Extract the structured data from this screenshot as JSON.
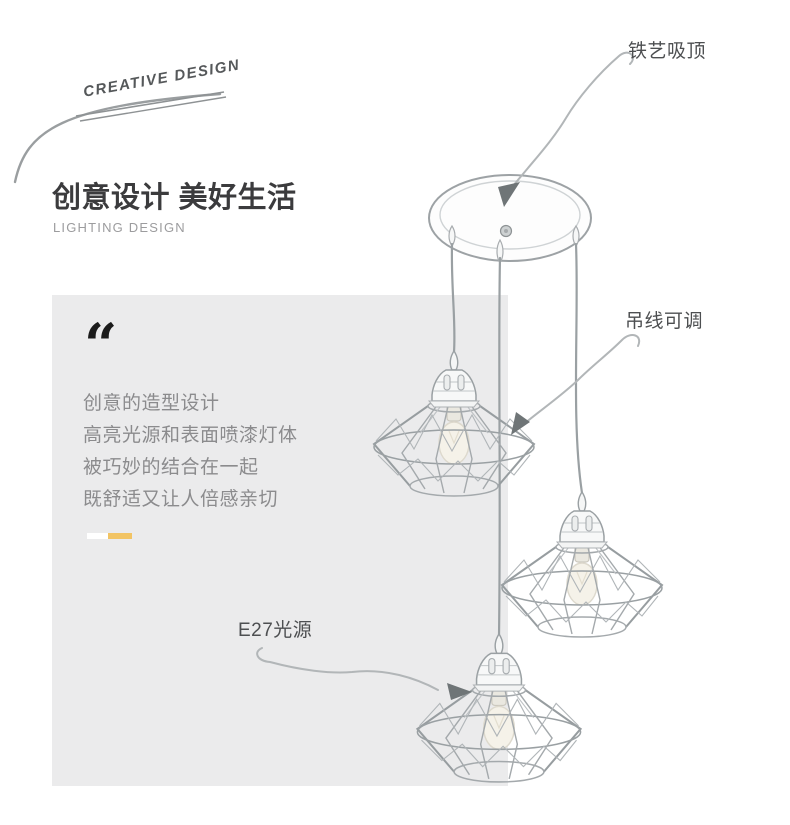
{
  "brand": {
    "script_text": "CREATIVE DESIGN",
    "title": "创意设计 美好生活",
    "subtitle": "LIGHTING DESIGN"
  },
  "quote": {
    "mark": "“",
    "lines": [
      "创意的造型设计",
      "高亮光源和表面喷漆灯体",
      "被巧妙的结合在一起",
      "既舒适又让人倍感亲切"
    ]
  },
  "callouts": {
    "ceiling": "铁艺吸顶",
    "wire": "吊线可调",
    "bulb": "E27光源"
  },
  "colors": {
    "panel_gray": "#ebebec",
    "divider_white": "#ffffff",
    "divider_yellow": "#f2c464",
    "title_text": "#3b3b3d",
    "body_text": "#8b8b8d",
    "callout_text": "#4d4f51"
  }
}
